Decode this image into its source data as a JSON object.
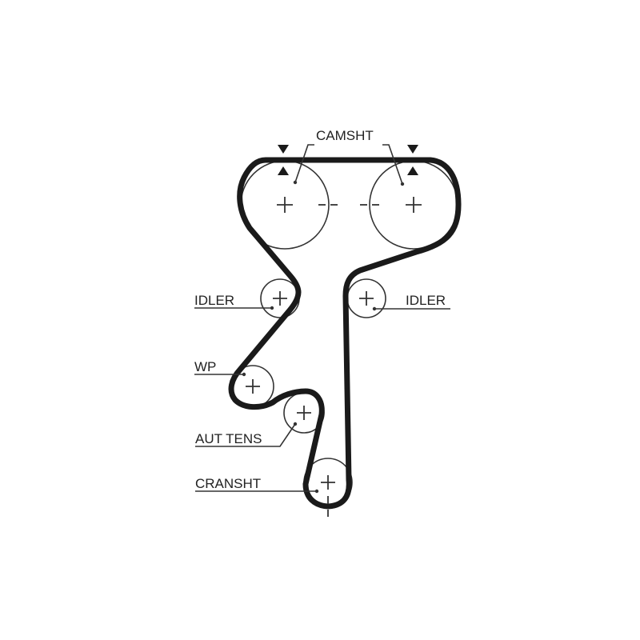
{
  "labels": {
    "camshaft": "CAMSHT",
    "idler_left": "IDLER",
    "idler_right": "IDLER",
    "water_pump": "WP",
    "auto_tensioner": "AUT TENS",
    "crankshaft": "CRANSHT"
  },
  "colors": {
    "belt": "#1a1a1a",
    "line": "#333333",
    "background": "#ffffff"
  }
}
